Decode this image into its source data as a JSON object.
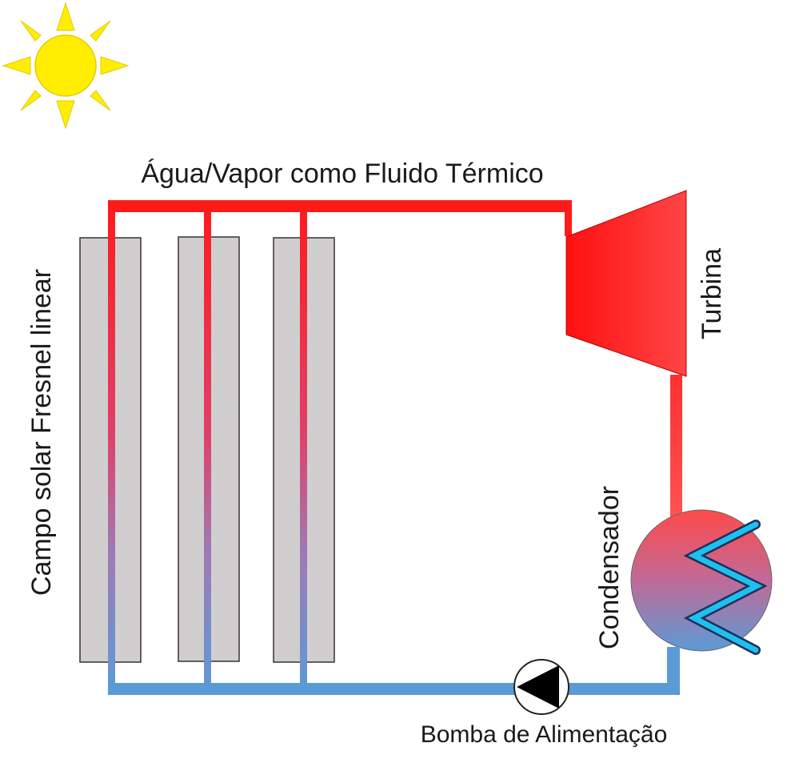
{
  "labels": {
    "fluid": "Água/Vapor como Fluido Térmico",
    "solar_field": "Campo solar Fresnel linear",
    "turbine": "Turbina",
    "condenser": "Condensador",
    "pump": "Bomba de Alimentação"
  },
  "colors": {
    "hot": "#ff1a1a",
    "cold": "#5b9bd5",
    "collector": "#d0cecf",
    "sun": "#ffee00",
    "coil": "#1ec0ee"
  },
  "icons": [
    "sun-icon",
    "turbine-icon",
    "condenser-icon",
    "pump-icon"
  ]
}
